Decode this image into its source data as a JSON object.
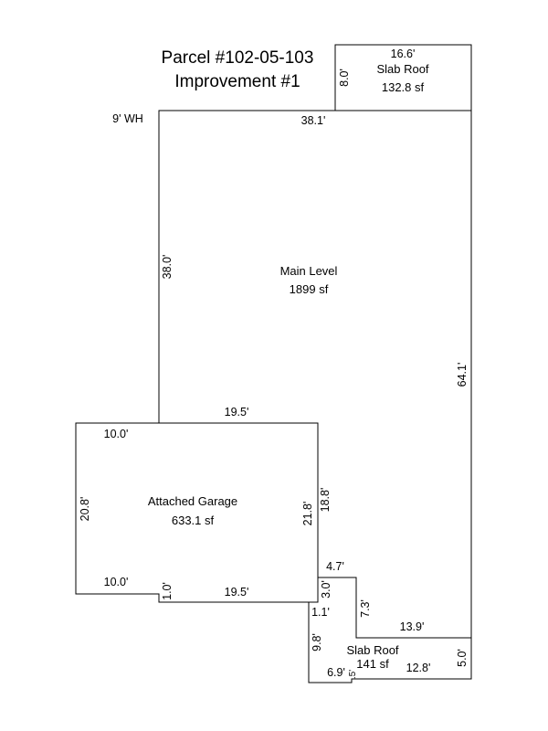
{
  "header": {
    "parcel": "Parcel #102-05-103",
    "improvement": "Improvement #1"
  },
  "notes": {
    "water_heater": "9' WH"
  },
  "areas": {
    "main_level": {
      "name": "Main Level",
      "size": "1899 sf"
    },
    "attached_garage": {
      "name": "Attached Garage",
      "size": "633.1 sf"
    },
    "slab_roof_top": {
      "name": "Slab Roof",
      "size": "132.8 sf"
    },
    "slab_roof_bottom": {
      "name": "Slab Roof",
      "size": "141 sf"
    }
  },
  "dimensions": {
    "main_top": "38.1'",
    "main_left": "38.0'",
    "main_right": "64.1'",
    "main_garage_shared": "19.5'",
    "main_inner_right": "18.8'",
    "garage_top": "10.0'",
    "garage_left": "20.8'",
    "garage_bottom_left": "10.0'",
    "garage_step": "1.0'",
    "garage_bottom": "19.5'",
    "garage_right": "21.8'",
    "notch_top": "4.7'",
    "notch_left": "3.0'",
    "notch_step": "1.1'",
    "notch_right": "7.3'",
    "slab_top_top": "16.6'",
    "slab_top_side": "8.0'",
    "slab_bottom_top": "13.9'",
    "slab_bottom_left": "9.8'",
    "slab_bottom_right": "5.0'",
    "slab_bottom_bottom_left": "6.9'",
    "slab_bottom_bottom_right": "12.8'",
    "slab_bottom_step": ".5'"
  }
}
